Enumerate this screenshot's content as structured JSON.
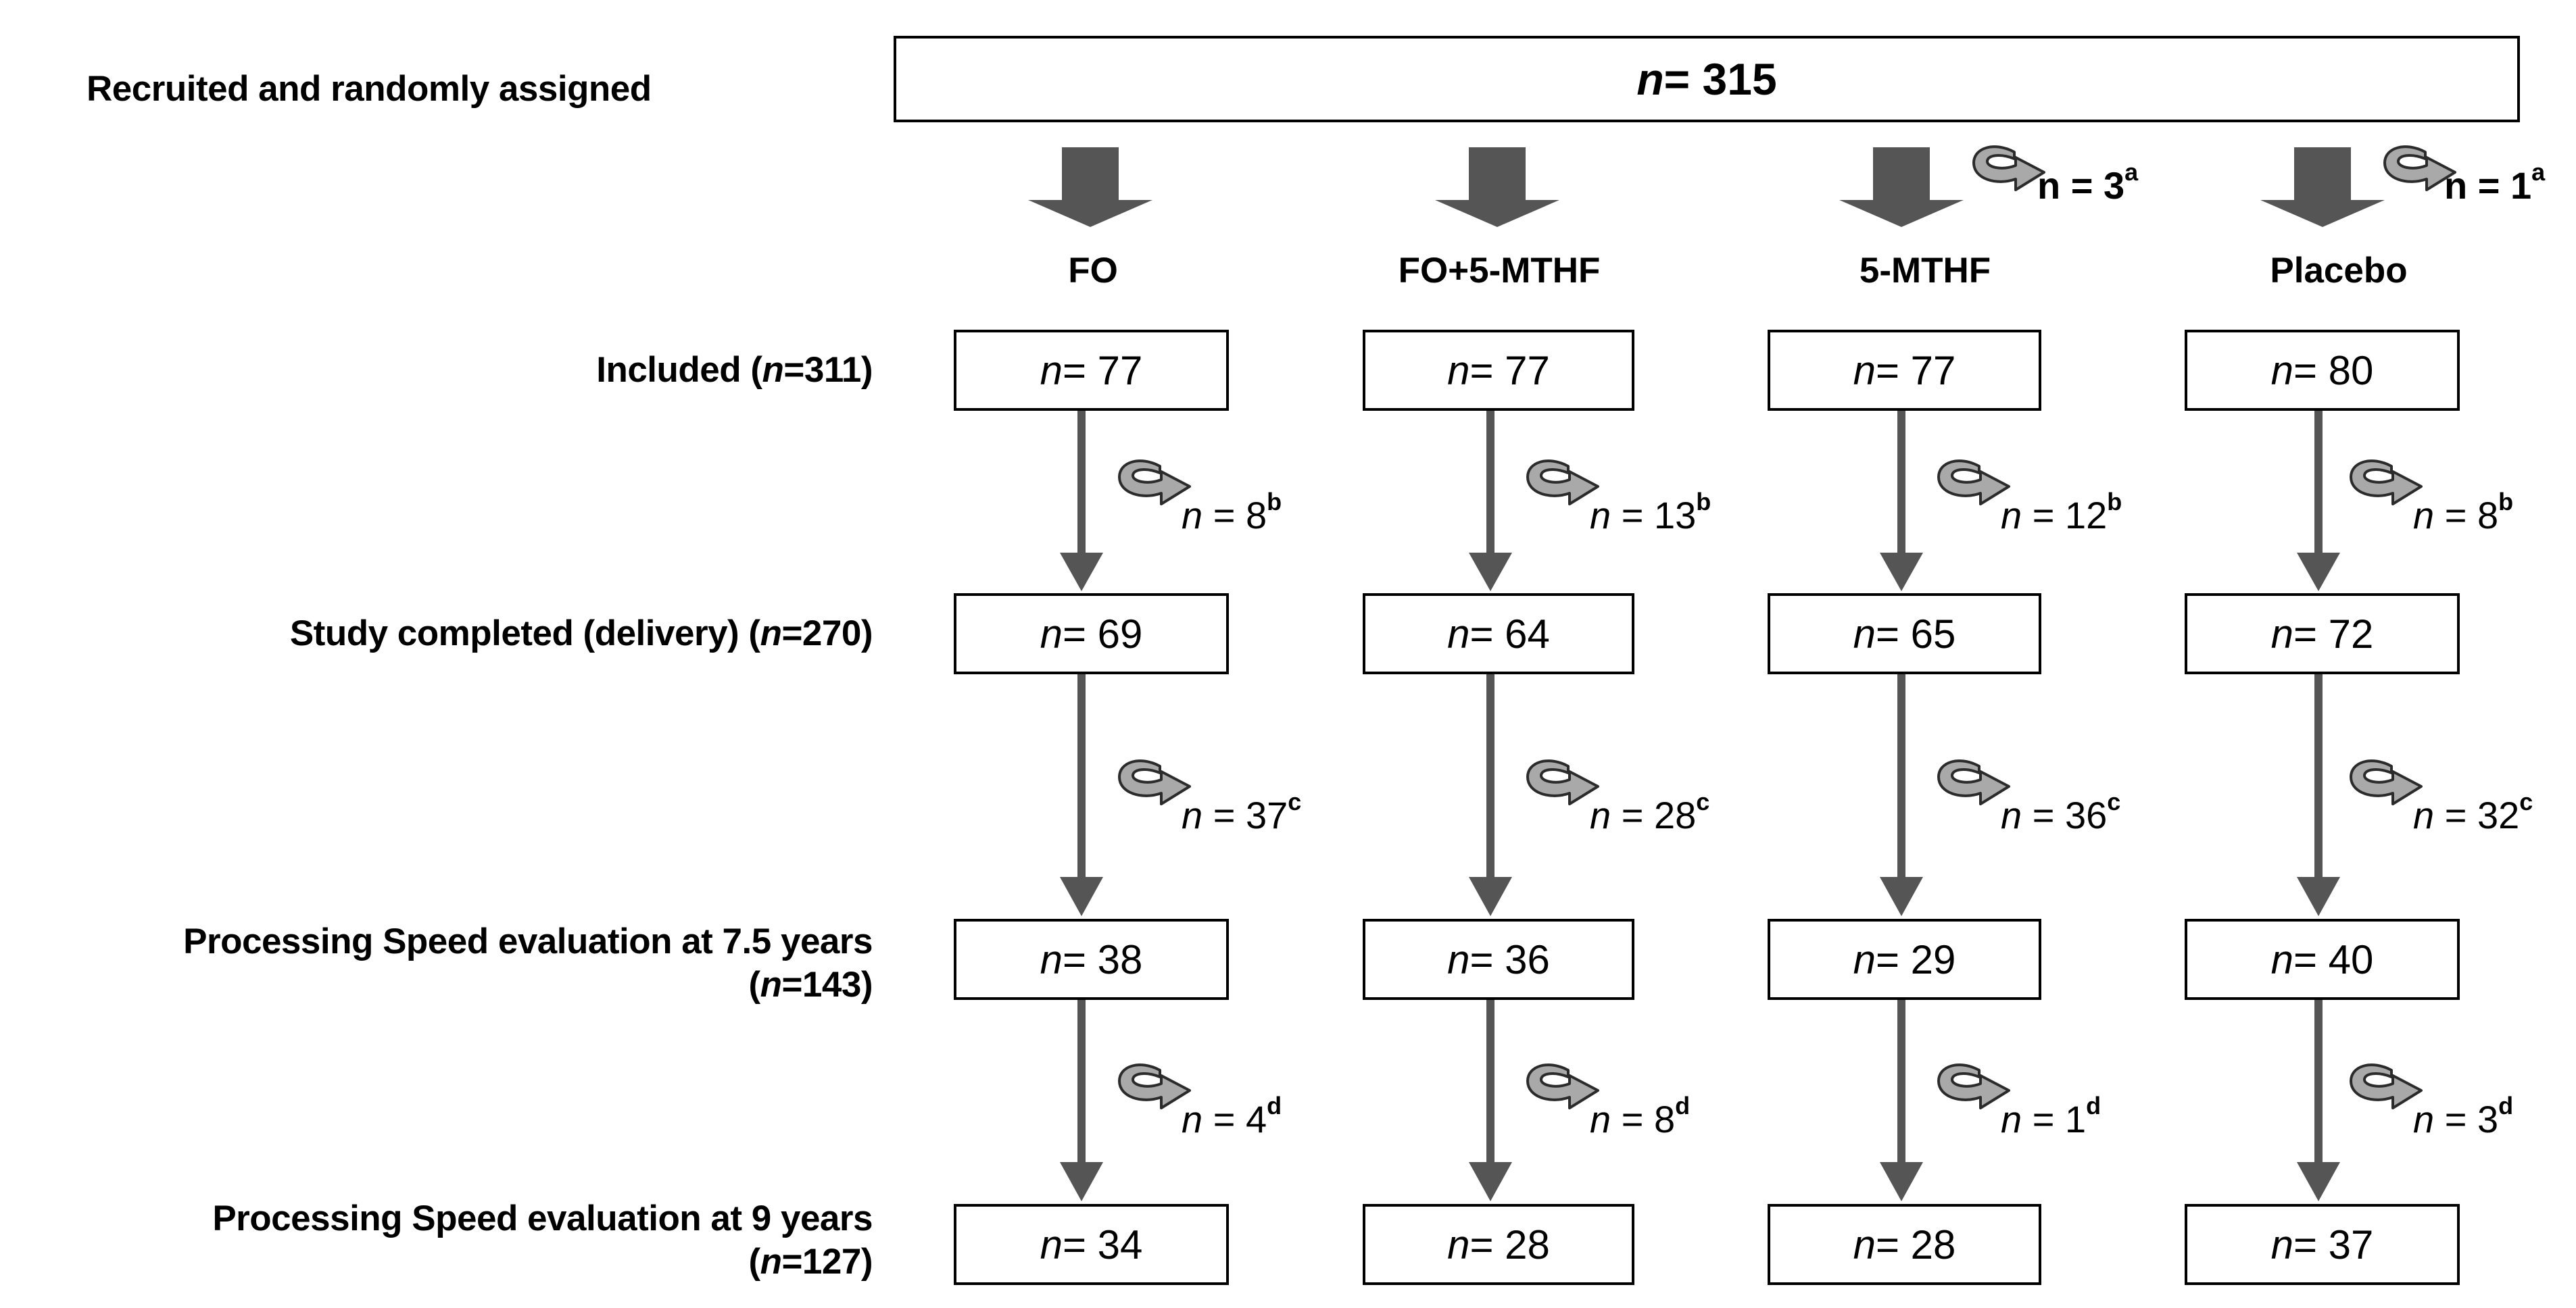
{
  "rows": {
    "recruited": "Recruited and randomly assigned",
    "included": "Included  (",
    "included_n": "n",
    "included_val": "=311)",
    "completed": "Study completed (delivery)  (",
    "completed_n": "n",
    "completed_val": "=270)",
    "ps75_line1": "Processing Speed evaluation at 7.5 years",
    "ps75_open": "(",
    "ps75_n": "n",
    "ps75_val": "=143)",
    "ps9_line1": "Processing Speed evaluation at 9 years",
    "ps9_open": "(",
    "ps9_n": "n",
    "ps9_val": "=127)"
  },
  "total": {
    "n": "n",
    "eq": " = 315"
  },
  "groups": [
    {
      "name": "FO",
      "pre_loss": null,
      "boxes": [
        " = 77",
        " = 69",
        " = 38",
        " = 34"
      ],
      "losses": [
        {
          "val": " = 8",
          "sup": "b"
        },
        {
          "val": " = 37",
          "sup": "c"
        },
        {
          "val": " = 4",
          "sup": "d"
        }
      ]
    },
    {
      "name": "FO+5-MTHF",
      "pre_loss": null,
      "boxes": [
        " = 77",
        " = 64",
        " = 36",
        " = 28"
      ],
      "losses": [
        {
          "val": " = 13",
          "sup": "b"
        },
        {
          "val": " = 28",
          "sup": "c"
        },
        {
          "val": " = 8",
          "sup": "d"
        }
      ]
    },
    {
      "name": "5-MTHF",
      "pre_loss": {
        "val": "n = 3",
        "sup": "a"
      },
      "boxes": [
        " = 77",
        " = 65",
        " = 29",
        " = 28"
      ],
      "losses": [
        {
          "val": " = 12",
          "sup": "b"
        },
        {
          "val": " = 36",
          "sup": "c"
        },
        {
          "val": " = 1",
          "sup": "d"
        }
      ]
    },
    {
      "name": "Placebo",
      "pre_loss": {
        "val": "n = 1",
        "sup": "a"
      },
      "boxes": [
        " = 80",
        " = 72",
        " = 40",
        " = 37"
      ],
      "losses": [
        {
          "val": " = 8",
          "sup": "b"
        },
        {
          "val": " = 32",
          "sup": "c"
        },
        {
          "val": " = 3",
          "sup": "d"
        }
      ]
    }
  ],
  "n_symbol": "n",
  "colors": {
    "arrow": "#555555",
    "curl_fill": "#a9a9a9",
    "curl_stroke": "#2b2b2b",
    "border": "#000000"
  }
}
